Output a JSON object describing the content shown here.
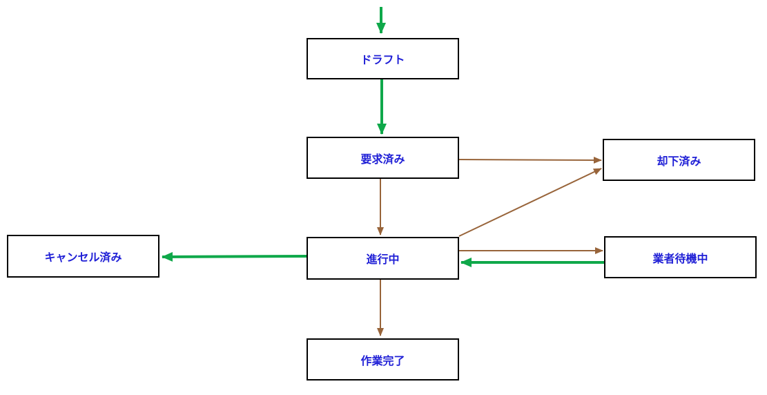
{
  "diagram": {
    "colors": {
      "label": "#1f1fd6",
      "border": "#000000",
      "primary_edge": "#0fa84a",
      "secondary_edge": "#98643a"
    },
    "nodes": {
      "draft": "ドラフト",
      "requested": "要求済み",
      "rejected": "却下済み",
      "cancelled": "キャンセル済み",
      "in_progress": "進行中",
      "vendor_waiting": "業者待機中",
      "completed": "作業完了"
    },
    "edges": [
      {
        "from": "start",
        "to": "draft",
        "kind": "primary"
      },
      {
        "from": "draft",
        "to": "requested",
        "kind": "primary"
      },
      {
        "from": "requested",
        "to": "rejected",
        "kind": "secondary"
      },
      {
        "from": "requested",
        "to": "in_progress",
        "kind": "secondary"
      },
      {
        "from": "in_progress",
        "to": "rejected",
        "kind": "secondary"
      },
      {
        "from": "in_progress",
        "to": "vendor_waiting",
        "kind": "secondary"
      },
      {
        "from": "vendor_waiting",
        "to": "in_progress",
        "kind": "primary"
      },
      {
        "from": "in_progress",
        "to": "cancelled",
        "kind": "primary"
      },
      {
        "from": "in_progress",
        "to": "completed",
        "kind": "secondary"
      }
    ]
  }
}
